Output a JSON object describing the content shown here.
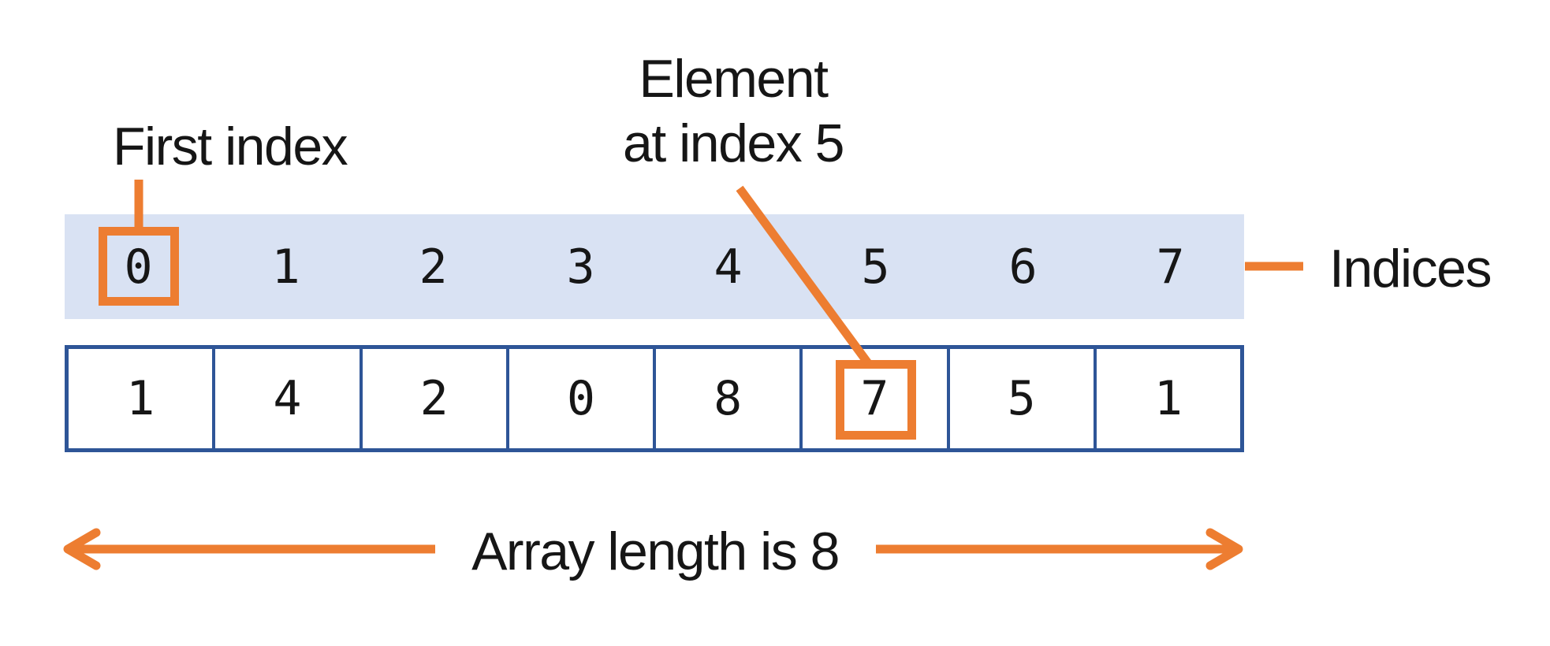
{
  "labels": {
    "first_index": "First index",
    "element_pointer_line1": "Element",
    "element_pointer_line2": "at index 5",
    "indices": "Indices",
    "array_length": "Array length is 8"
  },
  "array": {
    "indices": [
      "0",
      "1",
      "2",
      "3",
      "4",
      "5",
      "6",
      "7"
    ],
    "values": [
      "1",
      "4",
      "2",
      "0",
      "8",
      "7",
      "5",
      "1"
    ],
    "length": 8,
    "first_index": "0",
    "highlighted_element_index": 5,
    "highlighted_element_value": "7"
  },
  "colors": {
    "accent_orange": "#ED7D31",
    "indices_band_fill": "#D9E2F3",
    "cell_border_blue": "#2E5597",
    "text_black": "#161616"
  }
}
